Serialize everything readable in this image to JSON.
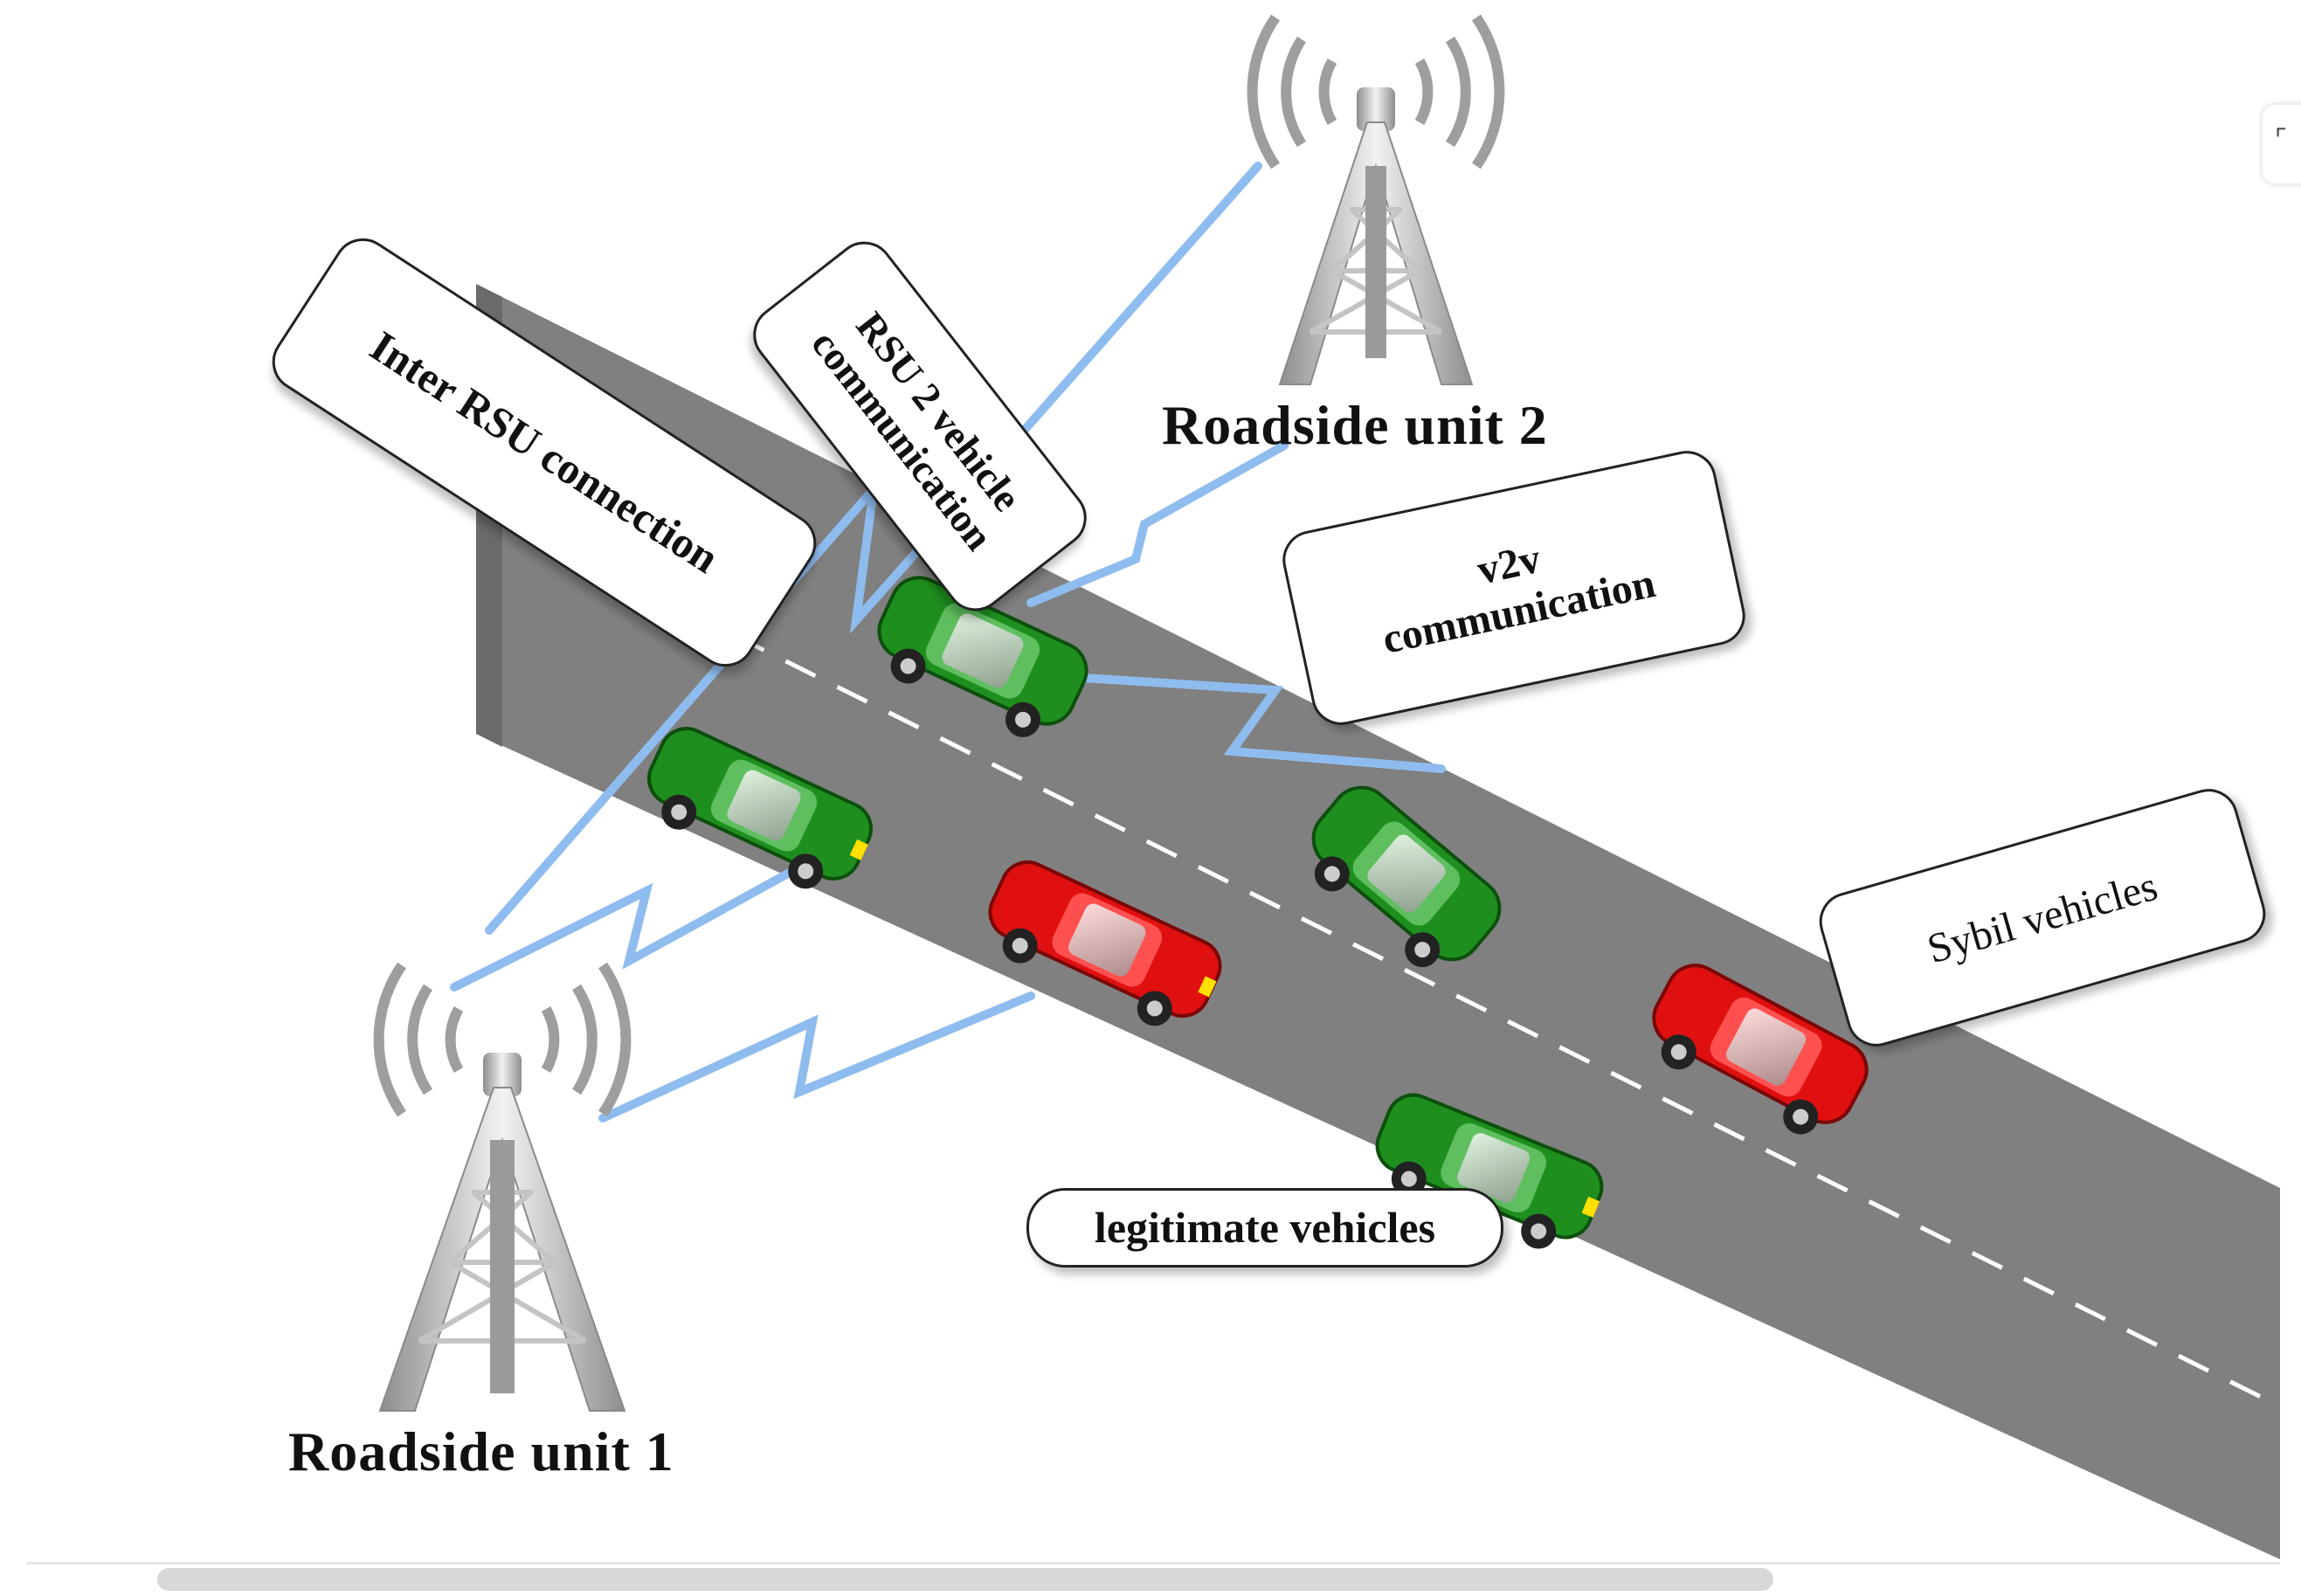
{
  "labels": {
    "roadside_unit_1": "Roadside unit 1",
    "roadside_unit_2": "Roadside unit 2"
  },
  "bubbles": {
    "inter_rsu": "Inter RSU connection",
    "rsu2vehicle_line1": "RSU 2 vehicle",
    "rsu2vehicle_line2": "communication",
    "v2v_line1": "v2v",
    "v2v_line2": "communication",
    "sybil": "Sybil vehicles",
    "legitimate": "legitimate vehicles"
  },
  "ui": {
    "corner_icon": "expand-icon"
  },
  "colors": {
    "road": "#808080",
    "road_side": "#5e5e5e",
    "lane_marking": "#ffffff",
    "link": "#8fbcef",
    "legitimate_vehicle": "#1e8f1e",
    "sybil_vehicle": "#e01010",
    "tower": "#b8b8b8"
  }
}
